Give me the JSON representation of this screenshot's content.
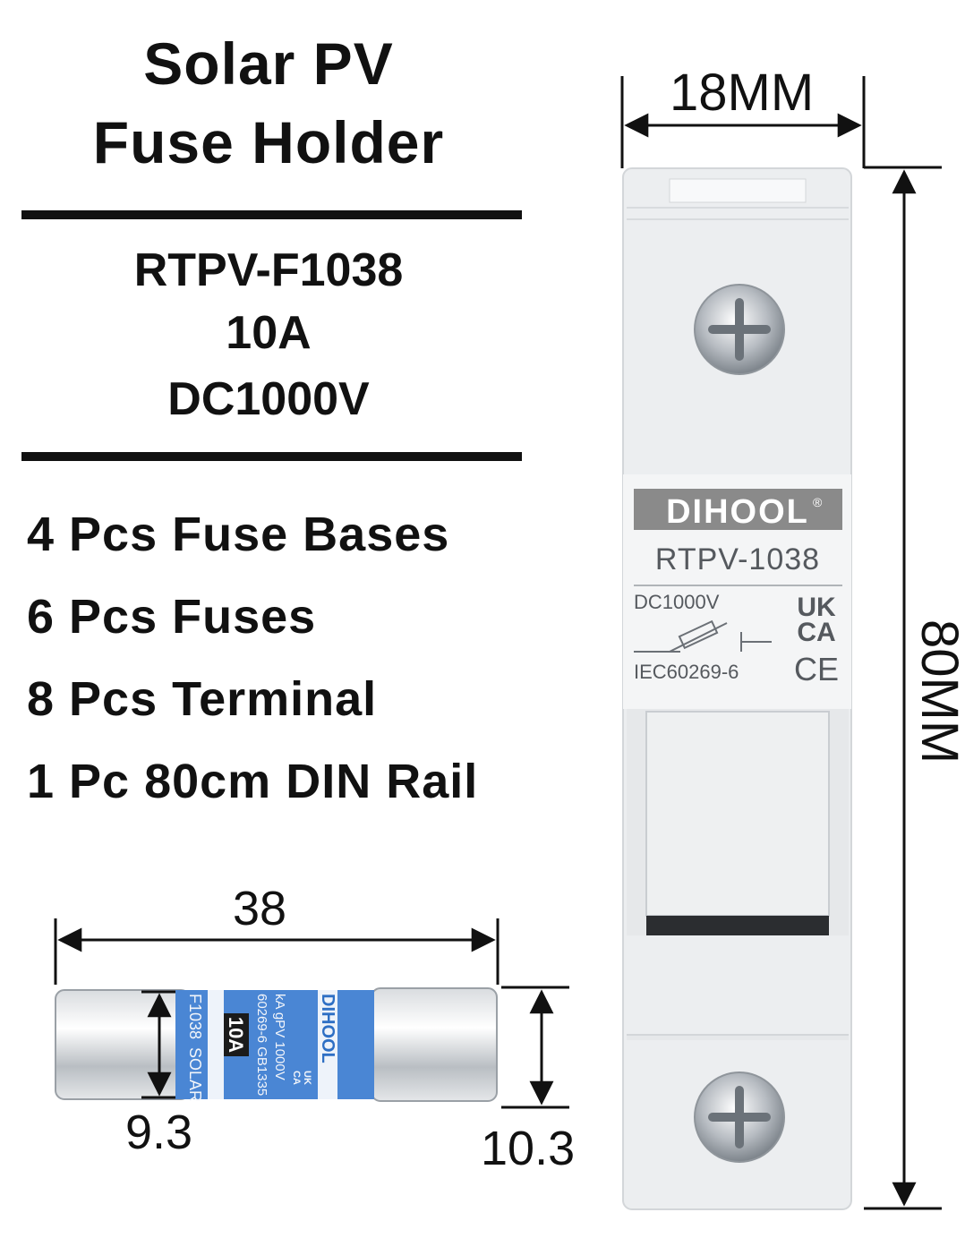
{
  "title": {
    "line1": "Solar PV",
    "line2": "Fuse Holder"
  },
  "specs": {
    "model": "RTPV-F1038",
    "current": "10A",
    "voltage": "DC1000V"
  },
  "contents": [
    "4 Pcs Fuse Bases",
    "6 Pcs Fuses",
    "8 Pcs Terminal",
    "1 Pc 80cm DIN Rail"
  ],
  "dimensions": {
    "holder_width": "18MM",
    "holder_height": "80MM",
    "fuse_length": "38",
    "fuse_diameter_inner": "9.3",
    "fuse_diameter_outer": "10.3"
  },
  "holder_label": {
    "brand": "DIHOOL",
    "registered": "®",
    "model": "RTPV-1038",
    "voltage": "DC1000V",
    "standard": "IEC60269-6",
    "ukca_1": "UK",
    "ukca_2": "CA",
    "ce": "CE"
  },
  "fuse_label": {
    "brand": "DIHOOL",
    "rating": "10A",
    "line_a": "F1038",
    "line_b": "SOLAR",
    "line_c": "60269-6 GB1335",
    "line_d": "kA gPV 1000V",
    "ukca_1": "UK",
    "ukca_2": "CA"
  },
  "colors": {
    "fuse_band": "#4a86d4",
    "holder_body": "#eceef0",
    "brand_plate": "#8a8a8a"
  }
}
